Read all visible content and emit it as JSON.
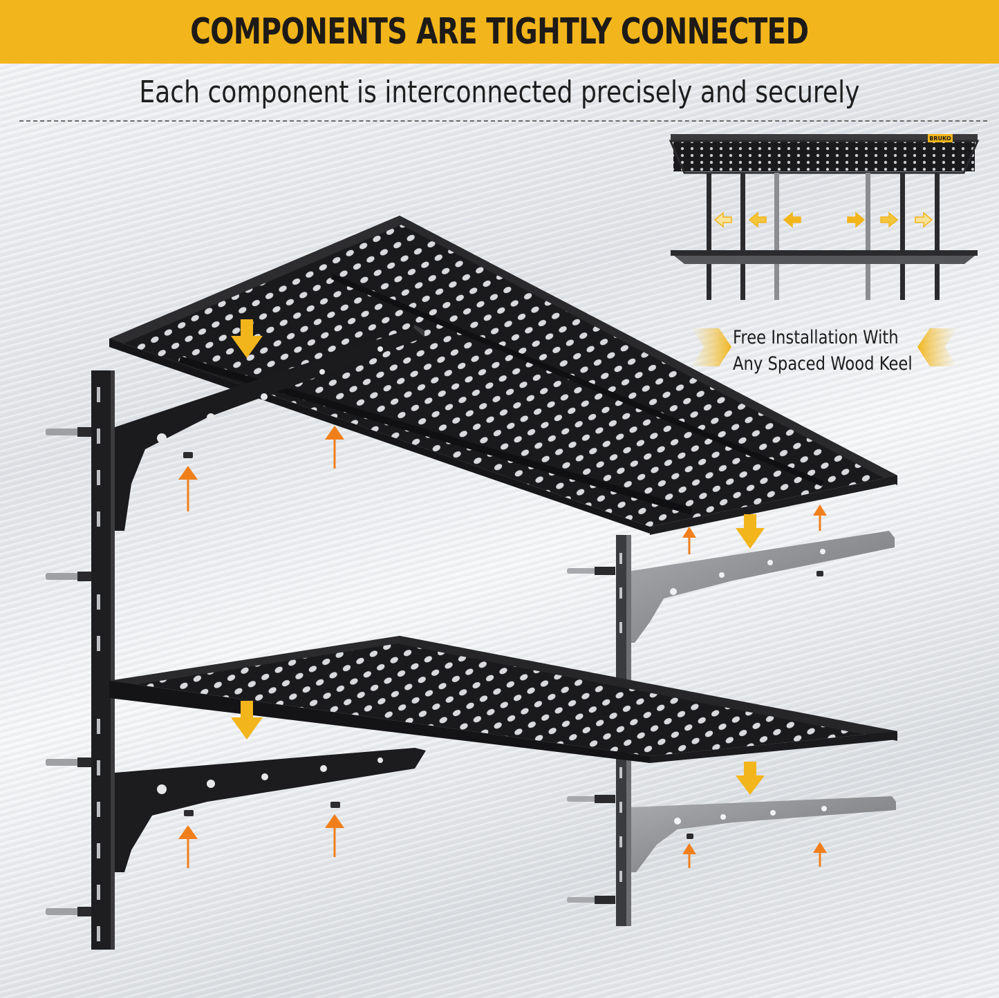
{
  "banner": {
    "title": "COMPONENTS ARE TIGHTLY CONNECTED",
    "background": "#f2b51c"
  },
  "subtitle": "Each component is interconnected precisely and securely",
  "inset": {
    "brand_tag": "BRUKO"
  },
  "note": {
    "line1": "Free Installation With",
    "line2": "Any Spaced Wood Keel"
  },
  "colors": {
    "accent_yellow": "#f2b51c",
    "arrow_orange": "#f07f1b",
    "shelf_black": "#1f1f21"
  },
  "icons": [
    "down-arrow-icon",
    "up-arrow-icon",
    "left-arrow-icon",
    "right-arrow-icon"
  ]
}
